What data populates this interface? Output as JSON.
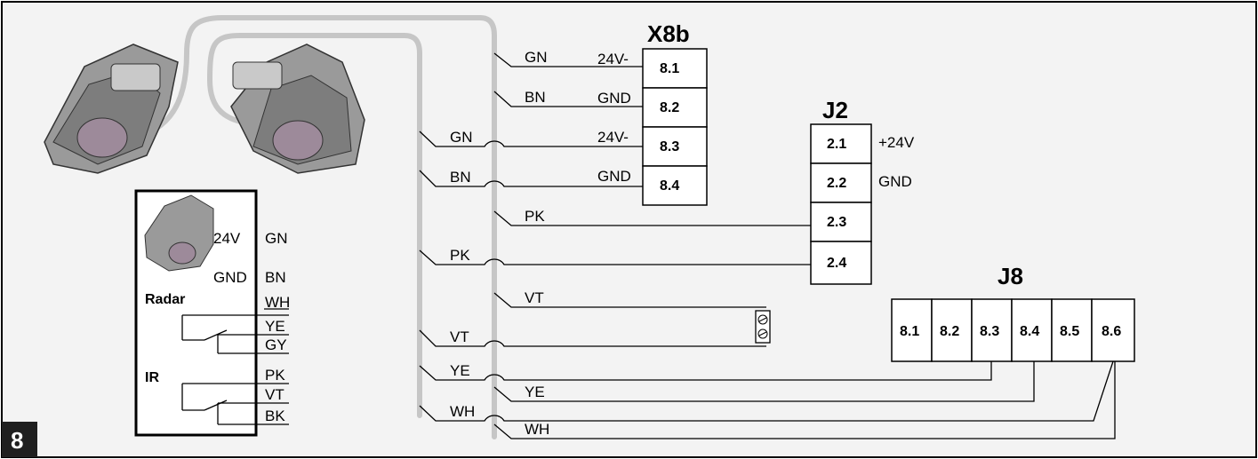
{
  "figure_number": "8",
  "x8b": {
    "title": "X8b",
    "pins": [
      "8.1",
      "8.2",
      "8.3",
      "8.4"
    ],
    "side_labels": [
      "24V-",
      "GND",
      "24V-",
      "GND"
    ]
  },
  "j2": {
    "title": "J2",
    "pins": [
      "2.1",
      "2.2",
      "2.3",
      "2.4"
    ],
    "side_labels": [
      "+24V",
      "GND"
    ]
  },
  "j8": {
    "title": "J8",
    "pins": [
      "8.1",
      "8.2",
      "8.3",
      "8.4",
      "8.5",
      "8.6"
    ]
  },
  "left_wires": [
    "GN",
    "BN",
    "PK",
    "VT",
    "YE",
    "WH"
  ],
  "right_wires": [
    "GN",
    "BN",
    "PK",
    "VT",
    "YE",
    "WH"
  ],
  "sensor_box": {
    "radar_label": "Radar",
    "ir_label": "IR",
    "supply_labels": [
      "24V",
      "GND"
    ],
    "wire_labels": [
      "GN",
      "BN",
      "WH",
      "YE",
      "GY",
      "PK",
      "VT",
      "BK"
    ]
  },
  "colors": {
    "background": "#f3f3f3",
    "cable": "#c6c6c6",
    "line": "#000000",
    "sensor_body": "#8e8e8e",
    "sensor_lens": "#9d8a9a"
  },
  "icons": [
    "sensor-device-icon",
    "terminal-screw-icon"
  ]
}
